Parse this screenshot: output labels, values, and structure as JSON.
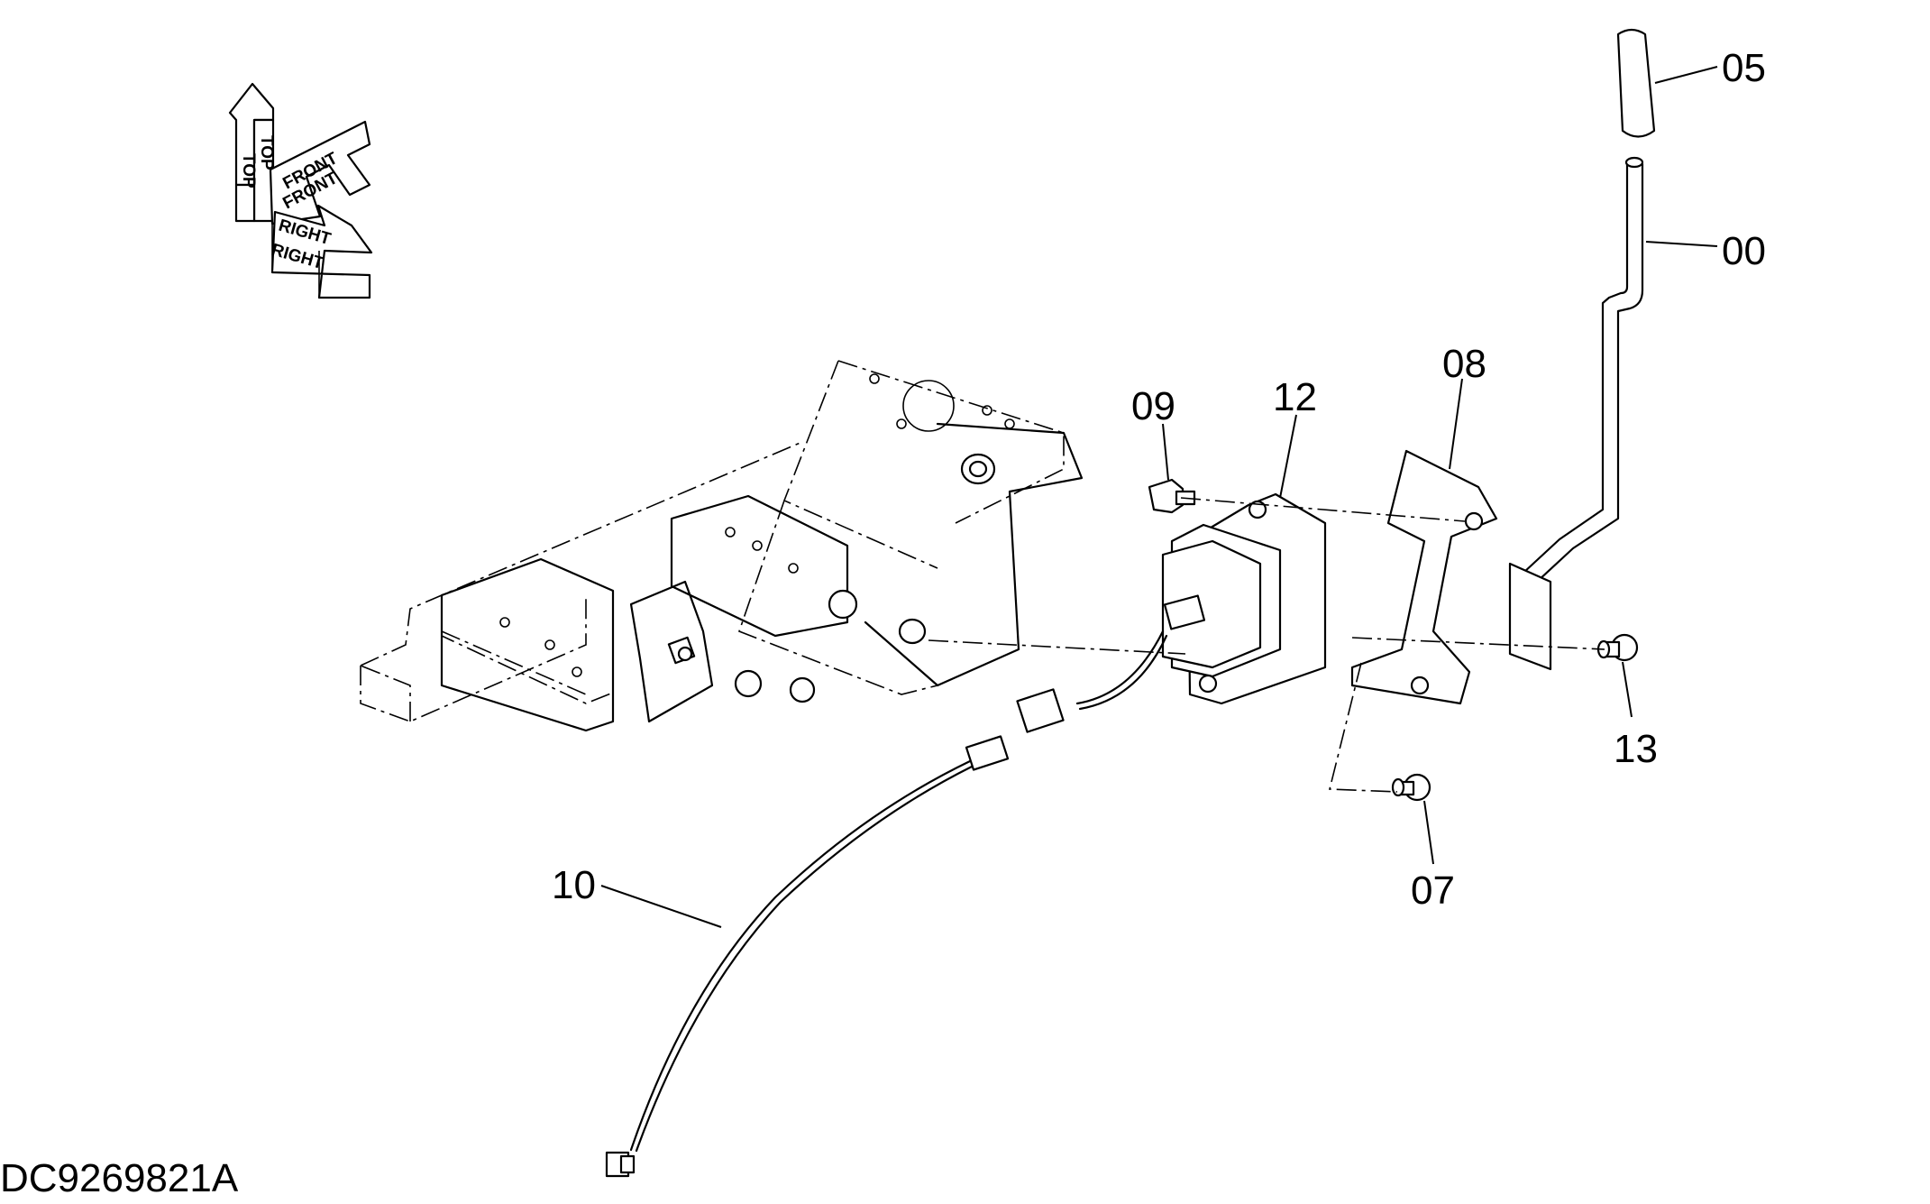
{
  "orientation": {
    "top": "TOP",
    "front": "FRONT",
    "right": "RIGHT"
  },
  "callouts": {
    "p00": "00",
    "p05": "05",
    "p07": "07",
    "p08": "08",
    "p09": "09",
    "p10": "10",
    "p12": "12",
    "p13": "13"
  },
  "drawing_id": "DC9269821A"
}
